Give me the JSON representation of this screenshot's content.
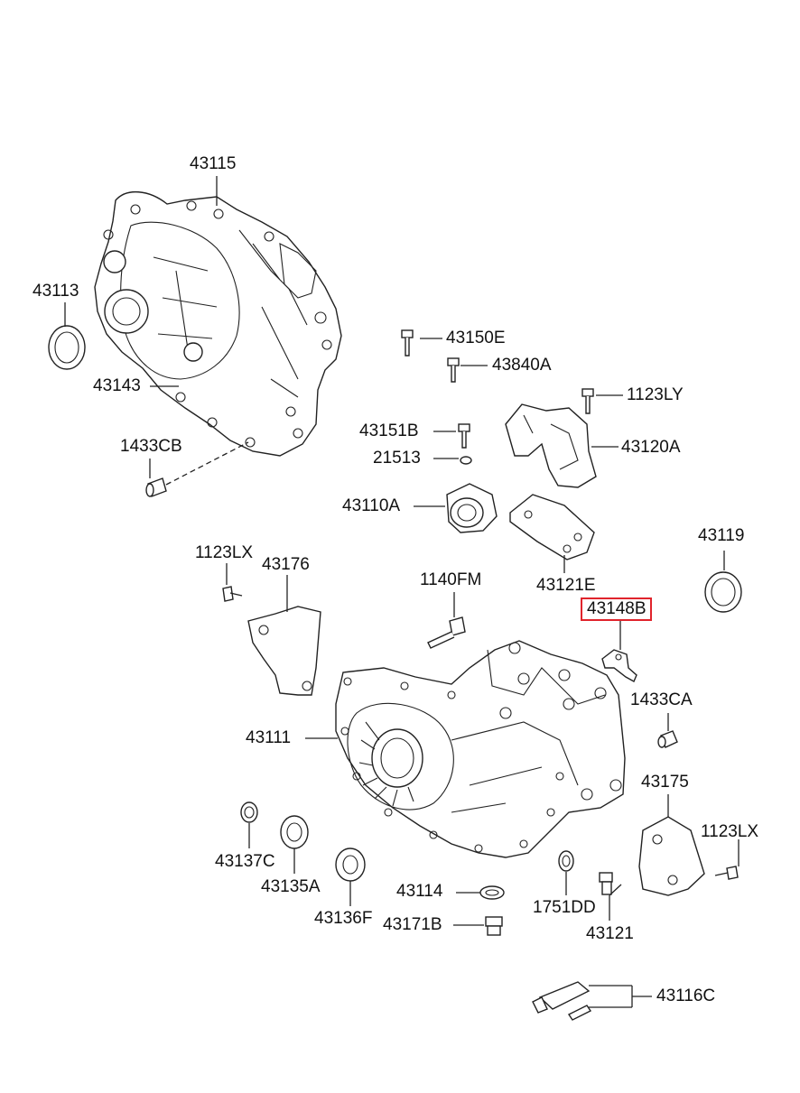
{
  "highlight_color": "#e0242c",
  "labels": {
    "p43115": "43115",
    "p43113": "43113",
    "p43143": "43143",
    "p1433CB": "1433CB",
    "p43150E": "43150E",
    "p43840A": "43840A",
    "p1123LY": "1123LY",
    "p43151B": "43151B",
    "p21513": "21513",
    "p43120A": "43120A",
    "p43110A": "43110A",
    "p43119": "43119",
    "p1123LX_a": "1123LX",
    "p43176": "43176",
    "p1140FM": "1140FM",
    "p43121E": "43121E",
    "p43148B": "43148B",
    "p1433CA": "1433CA",
    "p43111": "43111",
    "p43175": "43175",
    "p1123LX_b": "1123LX",
    "p43137C": "43137C",
    "p43135A": "43135A",
    "p43136F": "43136F",
    "p43114": "43114",
    "p1751DD": "1751DD",
    "p43171B": "43171B",
    "p43121": "43121",
    "p43116C": "43116C"
  }
}
